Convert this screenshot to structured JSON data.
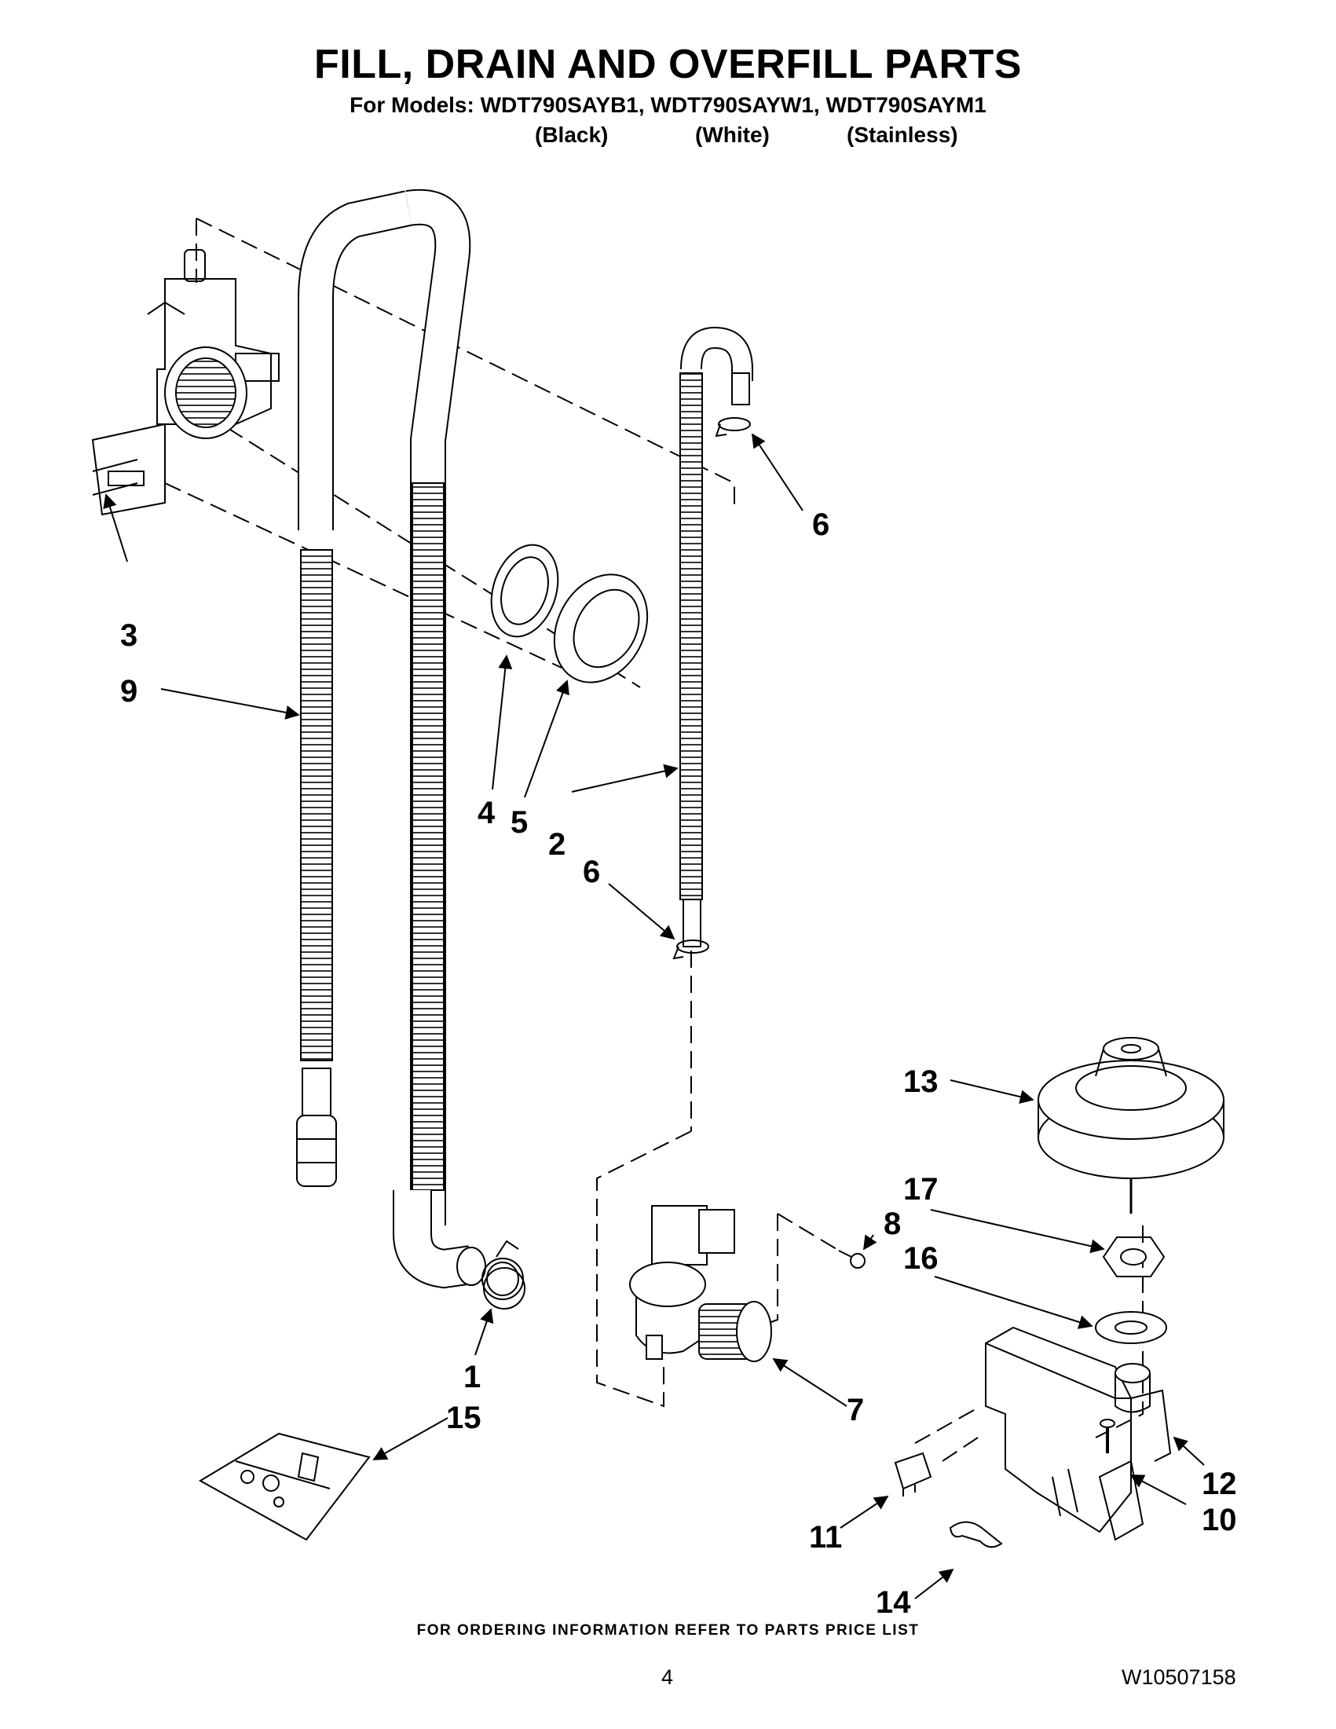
{
  "header": {
    "title": "FILL, DRAIN AND OVERFILL PARTS",
    "models_line": "For Models: WDT790SAYB1, WDT790SAYW1, WDT790SAYM1",
    "variants": [
      "(Black)",
      "(White)",
      "(Stainless)"
    ]
  },
  "callouts": {
    "c1": "1",
    "c2": "2",
    "c3": "3",
    "c4": "4",
    "c5": "5",
    "c6a": "6",
    "c6b": "6",
    "c7": "7",
    "c8": "8",
    "c9": "9",
    "c10": "10",
    "c11": "11",
    "c12": "12",
    "c13": "13",
    "c14": "14",
    "c15": "15",
    "c16": "16",
    "c17": "17"
  },
  "footer": {
    "note": "FOR ORDERING INFORMATION REFER TO PARTS PRICE LIST",
    "page_number": "4",
    "doc_number": "W10507158"
  }
}
